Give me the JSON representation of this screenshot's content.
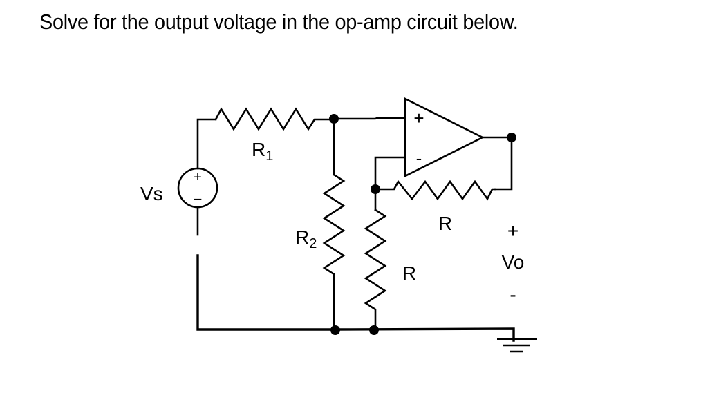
{
  "question": {
    "text": "Solve for the output voltage in the op-amp circuit below."
  },
  "circuit": {
    "source": {
      "label": "Vs",
      "plus": "+",
      "minus": "−"
    },
    "r1": {
      "base": "R",
      "sub": "1"
    },
    "r2": {
      "base": "R",
      "sub": "2"
    },
    "r_ground": {
      "label": "R"
    },
    "r_feedback": {
      "label": "R"
    },
    "opamp": {
      "noninv": "+",
      "inv": "-"
    },
    "output": {
      "plus": "+",
      "label": "Vo",
      "minus": "-"
    },
    "colors": {
      "stroke": "#000000",
      "background": "#ffffff"
    }
  }
}
